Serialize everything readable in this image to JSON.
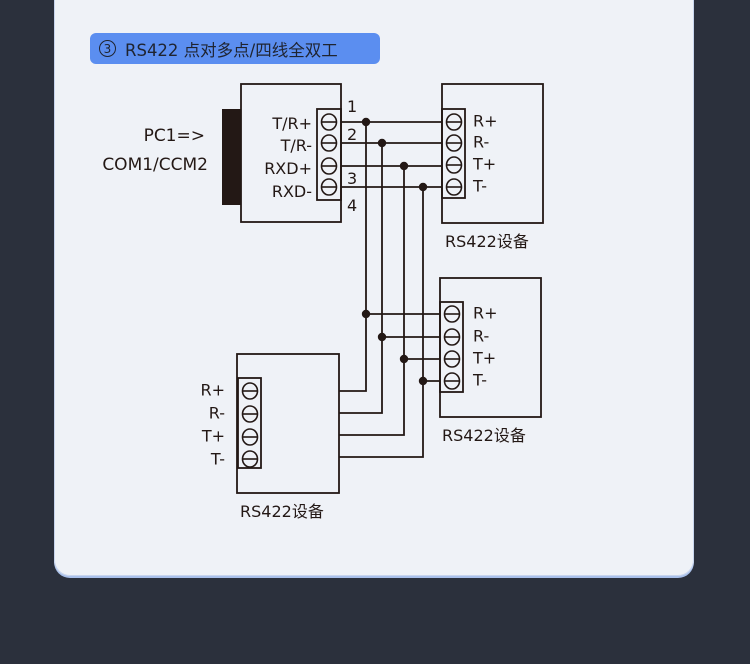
{
  "title": {
    "number": "3",
    "text": "RS422 点对多点/四线全双工"
  },
  "pc": {
    "label_line1": "PC1=>",
    "label_line2": "COM1/CCM2",
    "terminals": [
      "T/R+",
      "T/R-",
      "RXD+",
      "RXD-"
    ],
    "pin_numbers": [
      "1",
      "2",
      "3",
      "4"
    ]
  },
  "devices": [
    {
      "name": "RS422设备",
      "terminals": [
        "R+",
        "R-",
        "T+",
        "T-"
      ]
    },
    {
      "name": "RS422设备",
      "terminals": [
        "R+",
        "R-",
        "T+",
        "T-"
      ]
    },
    {
      "name": "RS422设备",
      "terminals": [
        "R+",
        "R-",
        "T+",
        "T-"
      ]
    }
  ],
  "colors": {
    "background": "#2b303c",
    "card": "#eff2f7",
    "badge": "#5b8ef0",
    "line": "#231815"
  }
}
